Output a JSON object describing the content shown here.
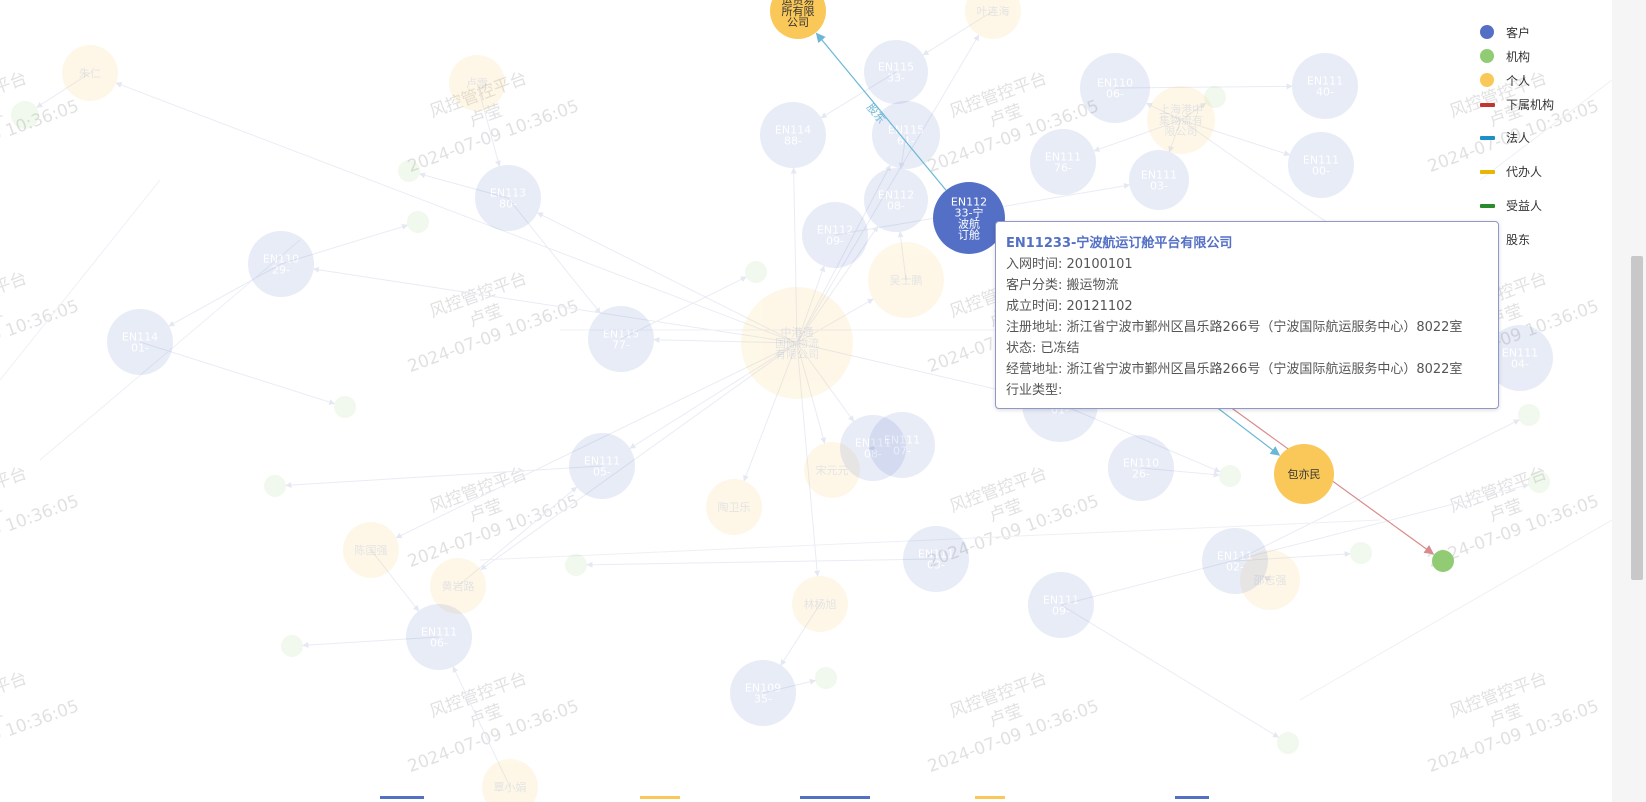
{
  "legend": [
    {
      "label": "客户",
      "color": "#5470c6",
      "shape": "circle"
    },
    {
      "label": "机构",
      "color": "#91cc75",
      "shape": "circle"
    },
    {
      "label": "个人",
      "color": "#fac858",
      "shape": "circle"
    },
    {
      "label": "下属机构",
      "color": "#c23531",
      "shape": "line"
    },
    {
      "label": "法人",
      "color": "#1e90c8",
      "shape": "line"
    },
    {
      "label": "代办人",
      "color": "#e6b600",
      "shape": "line"
    },
    {
      "label": "受益人",
      "color": "#2b8a2b",
      "shape": "line"
    },
    {
      "label": "股东",
      "color": "#6ab7d6",
      "shape": "line"
    }
  ],
  "watermark": {
    "line1": "风控管控平台",
    "line2": "卢莹",
    "line3": "2024-07-09 10:36:05"
  },
  "focus_nodes": [
    {
      "id": "EN11233",
      "type": "customer",
      "lines": [
        "EN112",
        "33-宁",
        "波航",
        "订舱"
      ]
    },
    {
      "id": "top_company",
      "type": "person",
      "lines": [
        "运贸易",
        "所有限",
        "公司"
      ]
    },
    {
      "id": "baoyimin",
      "type": "person",
      "lines": [
        "包亦民"
      ]
    },
    {
      "id": "green_target",
      "type": "org",
      "lines": [
        ""
      ]
    }
  ],
  "edge_labels": [
    {
      "text": "股东"
    }
  ],
  "faded_nodes": [
    {
      "type": "person",
      "lines": [
        "朱仁"
      ]
    },
    {
      "type": "person",
      "lines": [
        "卢雪"
      ]
    },
    {
      "type": "person",
      "lines": [
        "叶连海"
      ]
    },
    {
      "type": "person",
      "lines": [
        "吴士鹏"
      ]
    },
    {
      "type": "person",
      "lines": [
        "宋元元"
      ]
    },
    {
      "type": "person",
      "lines": [
        "陶卫乐"
      ]
    },
    {
      "type": "person",
      "lines": [
        "陈国强"
      ]
    },
    {
      "type": "person",
      "lines": [
        "黄岩路"
      ]
    },
    {
      "type": "person",
      "lines": [
        "林杨旭"
      ]
    },
    {
      "type": "person",
      "lines": [
        "覃小娟"
      ]
    },
    {
      "type": "person",
      "lines": [
        "邵志强"
      ]
    },
    {
      "type": "person",
      "lines": [
        "中港通",
        "国际物流",
        "有限公司"
      ]
    },
    {
      "type": "person",
      "lines": [
        "上海港中",
        "集物流有",
        "限公司"
      ]
    },
    {
      "type": "customer",
      "lines": [
        "EN115",
        "33-"
      ]
    },
    {
      "type": "customer",
      "lines": [
        "EN114",
        "88-"
      ]
    },
    {
      "type": "customer",
      "lines": [
        "EN115",
        "61-"
      ]
    },
    {
      "type": "customer",
      "lines": [
        "EN110",
        "06-"
      ]
    },
    {
      "type": "customer",
      "lines": [
        "EN111",
        "40-"
      ]
    },
    {
      "type": "customer",
      "lines": [
        "EN111",
        "76-"
      ]
    },
    {
      "type": "customer",
      "lines": [
        "EN112",
        "08-"
      ]
    },
    {
      "type": "customer",
      "lines": [
        "EN112",
        "09-"
      ]
    },
    {
      "type": "customer",
      "lines": [
        "EN111",
        "03-"
      ]
    },
    {
      "type": "customer",
      "lines": [
        "EN111",
        "00-"
      ]
    },
    {
      "type": "customer",
      "lines": [
        "EN113",
        "80-"
      ]
    },
    {
      "type": "customer",
      "lines": [
        "EN110",
        "29-"
      ]
    },
    {
      "type": "customer",
      "lines": [
        "EN114",
        "01-"
      ]
    },
    {
      "type": "customer",
      "lines": [
        "EN115",
        "77-"
      ]
    },
    {
      "type": "customer",
      "lines": [
        "EN111",
        "05-"
      ]
    },
    {
      "type": "customer",
      "lines": [
        "EN111",
        "08-"
      ]
    },
    {
      "type": "customer",
      "lines": [
        "EN111",
        "07-"
      ]
    },
    {
      "type": "customer",
      "lines": [
        "EN110",
        "26-"
      ]
    },
    {
      "type": "customer",
      "lines": [
        "EN110",
        "01-"
      ]
    },
    {
      "type": "customer",
      "lines": [
        "EN111",
        "03-"
      ]
    },
    {
      "type": "customer",
      "lines": [
        "EN111",
        "02-"
      ]
    },
    {
      "type": "customer",
      "lines": [
        "EN111",
        "09-"
      ]
    },
    {
      "type": "customer",
      "lines": [
        "EN111",
        "06-"
      ]
    },
    {
      "type": "customer",
      "lines": [
        "EN109",
        "35-"
      ]
    },
    {
      "type": "customer",
      "lines": [
        "EN111",
        "04-"
      ]
    },
    {
      "type": "org",
      "lines": [
        ""
      ]
    },
    {
      "type": "org",
      "lines": [
        ""
      ]
    },
    {
      "type": "org",
      "lines": [
        ""
      ]
    },
    {
      "type": "org",
      "lines": [
        ""
      ]
    },
    {
      "type": "org",
      "lines": [
        ""
      ]
    },
    {
      "type": "org",
      "lines": [
        ""
      ]
    },
    {
      "type": "org",
      "lines": [
        ""
      ]
    },
    {
      "type": "org",
      "lines": [
        ""
      ]
    },
    {
      "type": "org",
      "lines": [
        ""
      ]
    },
    {
      "type": "org",
      "lines": [
        ""
      ]
    },
    {
      "type": "org",
      "lines": [
        ""
      ]
    },
    {
      "type": "org",
      "lines": [
        ""
      ]
    },
    {
      "type": "org",
      "lines": [
        ""
      ]
    },
    {
      "type": "org",
      "lines": [
        ""
      ]
    },
    {
      "type": "org",
      "lines": [
        ""
      ]
    }
  ],
  "tooltip": {
    "title": "EN11233-宁波航运订舱平台有限公司",
    "rows": [
      {
        "label": "入网时间",
        "value": "20100101"
      },
      {
        "label": "客户分类",
        "value": "搬运物流"
      },
      {
        "label": "成立时间",
        "value": "20121102"
      },
      {
        "label": "注册地址",
        "value": "浙江省宁波市鄞州区昌乐路266号（宁波国际航运服务中心）8022室"
      },
      {
        "label": "状态",
        "value": "已冻结"
      },
      {
        "label": "经营地址",
        "value": "浙江省宁波市鄞州区昌乐路266号（宁波国际航运服务中心）8022室"
      },
      {
        "label": "行业类型",
        "value": ""
      }
    ]
  }
}
